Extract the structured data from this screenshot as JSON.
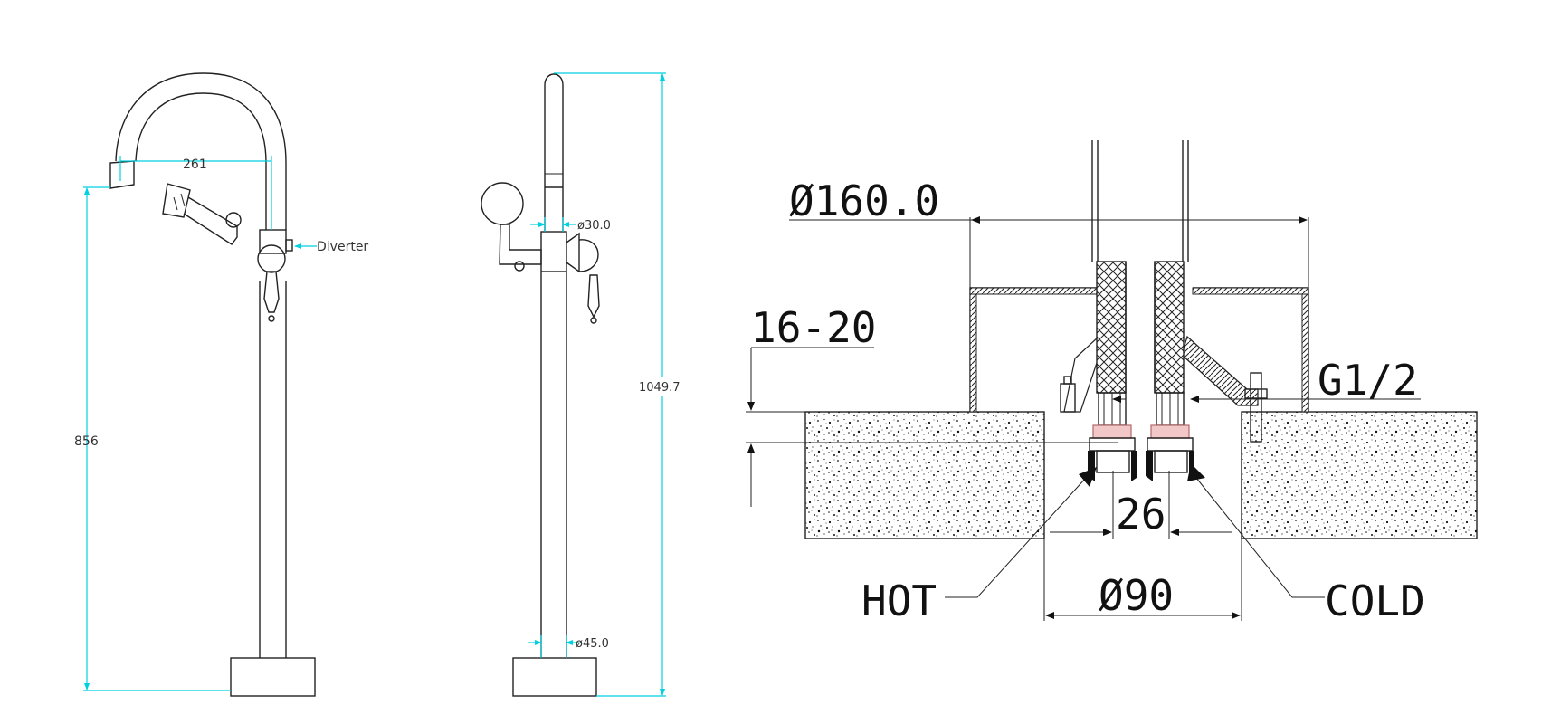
{
  "colors": {
    "line": "#222222",
    "dimension": "#00d0e0",
    "background": "#ffffff",
    "fitting_highlight": "#d9a0a0"
  },
  "front_view": {
    "dim_spout_reach": "261",
    "dim_spout_height": "856",
    "label_diverter": "Diverter"
  },
  "side_view": {
    "dim_riser_diameter": "ø30.0",
    "dim_total_height": "1049.7",
    "dim_base_diameter": "ø45.0"
  },
  "section_view": {
    "dim_cover_diameter": "Ø160.0",
    "dim_floor_depth": "16-20",
    "dim_thread": "G1/2",
    "dim_inlet_spacing": "26",
    "dim_hole_diameter": "Ø90",
    "label_hot": "HOT",
    "label_cold": "COLD"
  }
}
